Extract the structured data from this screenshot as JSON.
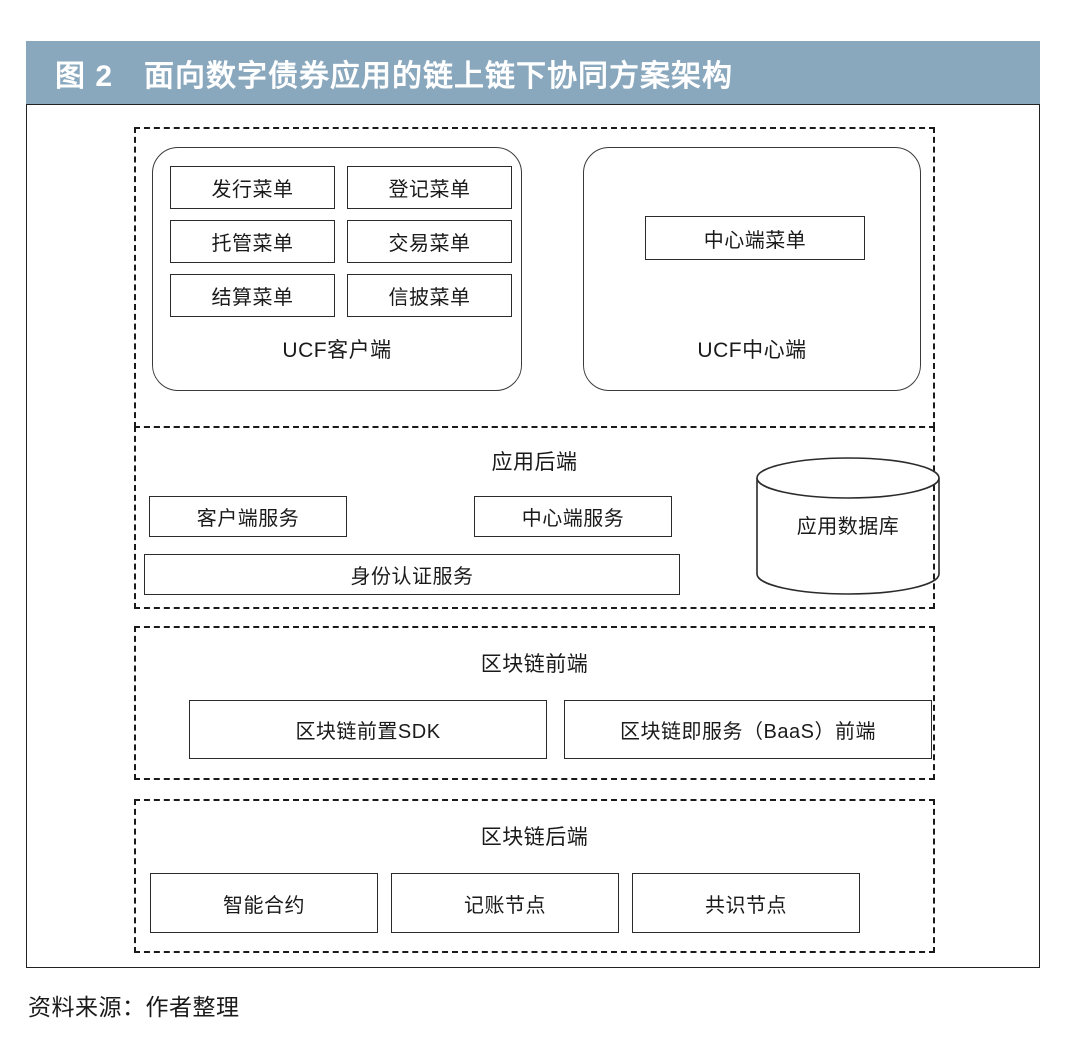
{
  "figure": {
    "title_number": "图 2",
    "title_text": "面向数字债券应用的链上链下协同方案架构",
    "title_full": "图 2　面向数字债券应用的链上链下协同方案架构",
    "header_bg_color": "#8aa8bd",
    "header_text_color": "#ffffff",
    "source_note": "资料来源：作者整理"
  },
  "layers": {
    "client_layer": {
      "panels": [
        {
          "label": "UCF客户端",
          "menus": [
            "发行菜单",
            "登记菜单",
            "托管菜单",
            "交易菜单",
            "结算菜单",
            "信披菜单"
          ]
        },
        {
          "label": "UCF中心端",
          "menus": [
            "中心端菜单"
          ]
        }
      ]
    },
    "app_backend": {
      "title": "应用后端",
      "services": [
        "客户端服务",
        "中心端服务",
        "身份认证服务"
      ],
      "database": "应用数据库"
    },
    "blockchain_frontend": {
      "title": "区块链前端",
      "components": [
        "区块链前置SDK",
        "区块链即服务（BaaS）前端"
      ]
    },
    "blockchain_backend": {
      "title": "区块链后端",
      "components": [
        "智能合约",
        "记账节点",
        "共识节点"
      ]
    }
  }
}
